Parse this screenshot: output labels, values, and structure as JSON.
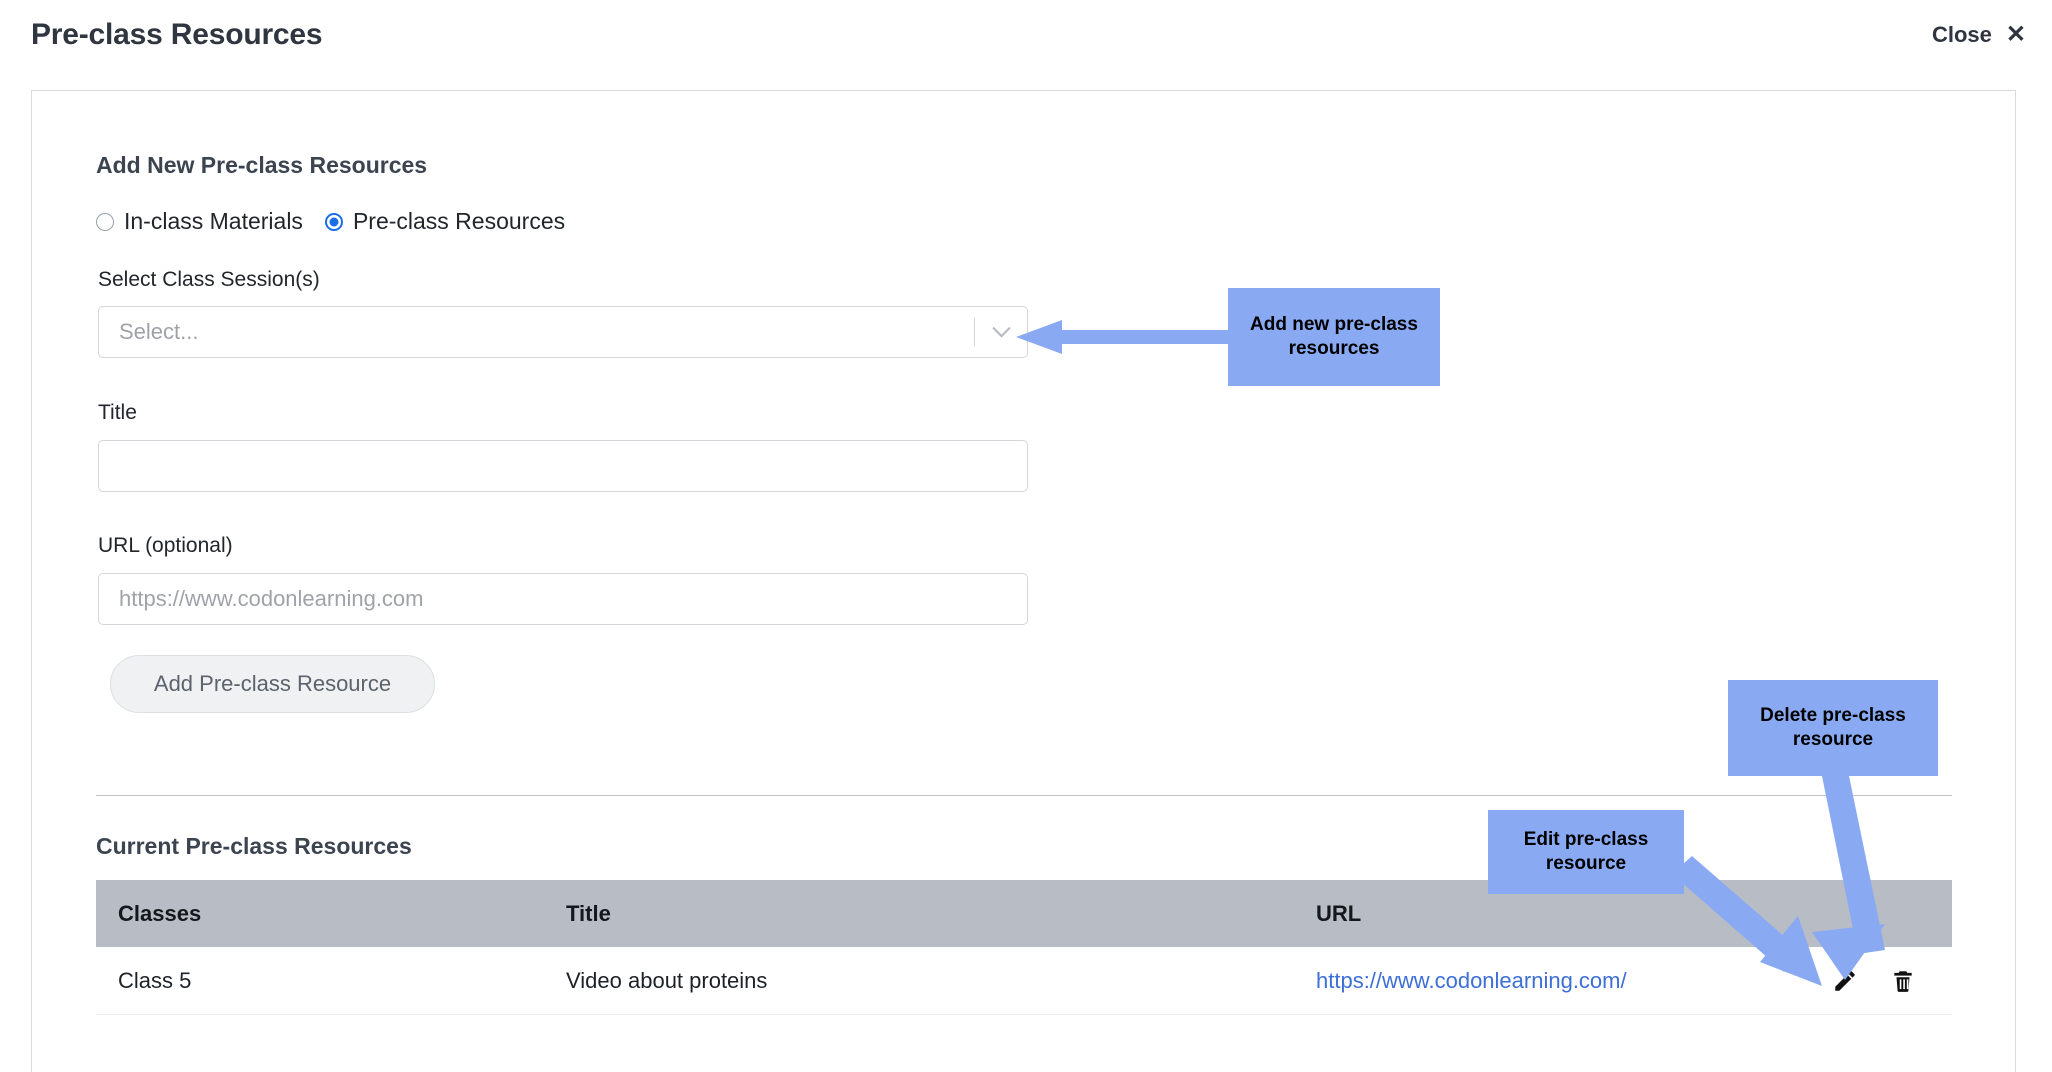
{
  "header": {
    "title": "Pre-class Resources",
    "close_label": "Close",
    "close_icon": "close-icon",
    "close_glyph": "✕"
  },
  "form": {
    "heading": "Add New Pre-class Resources",
    "radios": [
      {
        "label": "In-class Materials",
        "checked": false
      },
      {
        "label": "Pre-class Resources",
        "checked": true
      }
    ],
    "session": {
      "label": "Select Class Session(s)",
      "value": "",
      "placeholder": "Select...",
      "chevron_icon": "chevron-down-icon"
    },
    "title": {
      "label": "Title",
      "value": "",
      "placeholder": ""
    },
    "url": {
      "label": "URL (optional)",
      "value": "",
      "placeholder": "https://www.codonlearning.com"
    },
    "submit_label": "Add Pre-class Resource"
  },
  "table": {
    "heading": "Current Pre-class Resources",
    "columns": [
      "Classes",
      "Title",
      "URL"
    ],
    "rows": [
      {
        "classes": "Class 5",
        "title": "Video about proteins",
        "url": "https://www.codonlearning.com/",
        "edit_icon": "pencil-icon",
        "delete_icon": "trash-icon"
      }
    ]
  },
  "annotations": [
    {
      "id": "add",
      "text": "Add new pre-class resources"
    },
    {
      "id": "delete",
      "text": "Delete pre-class resource"
    },
    {
      "id": "edit",
      "text": "Edit pre-class resource"
    }
  ],
  "colors": {
    "annotation_blue": "#89aaf2",
    "link_blue": "#3d6fd6",
    "radio_blue": "#1a6fe8",
    "table_header_gray": "#b8bcc4",
    "title_navy": "#2f3640"
  }
}
